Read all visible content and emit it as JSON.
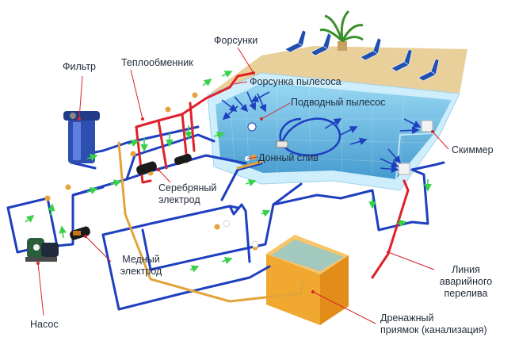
{
  "labels": {
    "nozzles": "Форсунки",
    "filter": "Фильтр",
    "heat_exchanger": "Теплообменник",
    "vacuum_nozzle": "Форсунка пылесоса",
    "underwater_vacuum": "Подводный пылесос",
    "skimmer": "Скиммер",
    "bottom_drain": "Донный слив",
    "silver_electrode_line1": "Серебряный",
    "silver_electrode_line2": "электрод",
    "copper_electrode_line1": "Медный",
    "copper_electrode_line2": "электрод",
    "overflow_line1": "Линия",
    "overflow_line2": "аварийного",
    "overflow_line3": "перелива",
    "pump": "Насос",
    "drain_pit_line1": "Дренажный",
    "drain_pit_line2": "приямок (канализация)"
  },
  "colors": {
    "supply_pipe": "#1e3fbf",
    "hot_pipe": "#e0202a",
    "drain_pipe": "#e2a43a",
    "pool_water": "#3aa6dc",
    "pool_deck": "#e9cf9a",
    "flow_arrow": "#39d14a"
  }
}
